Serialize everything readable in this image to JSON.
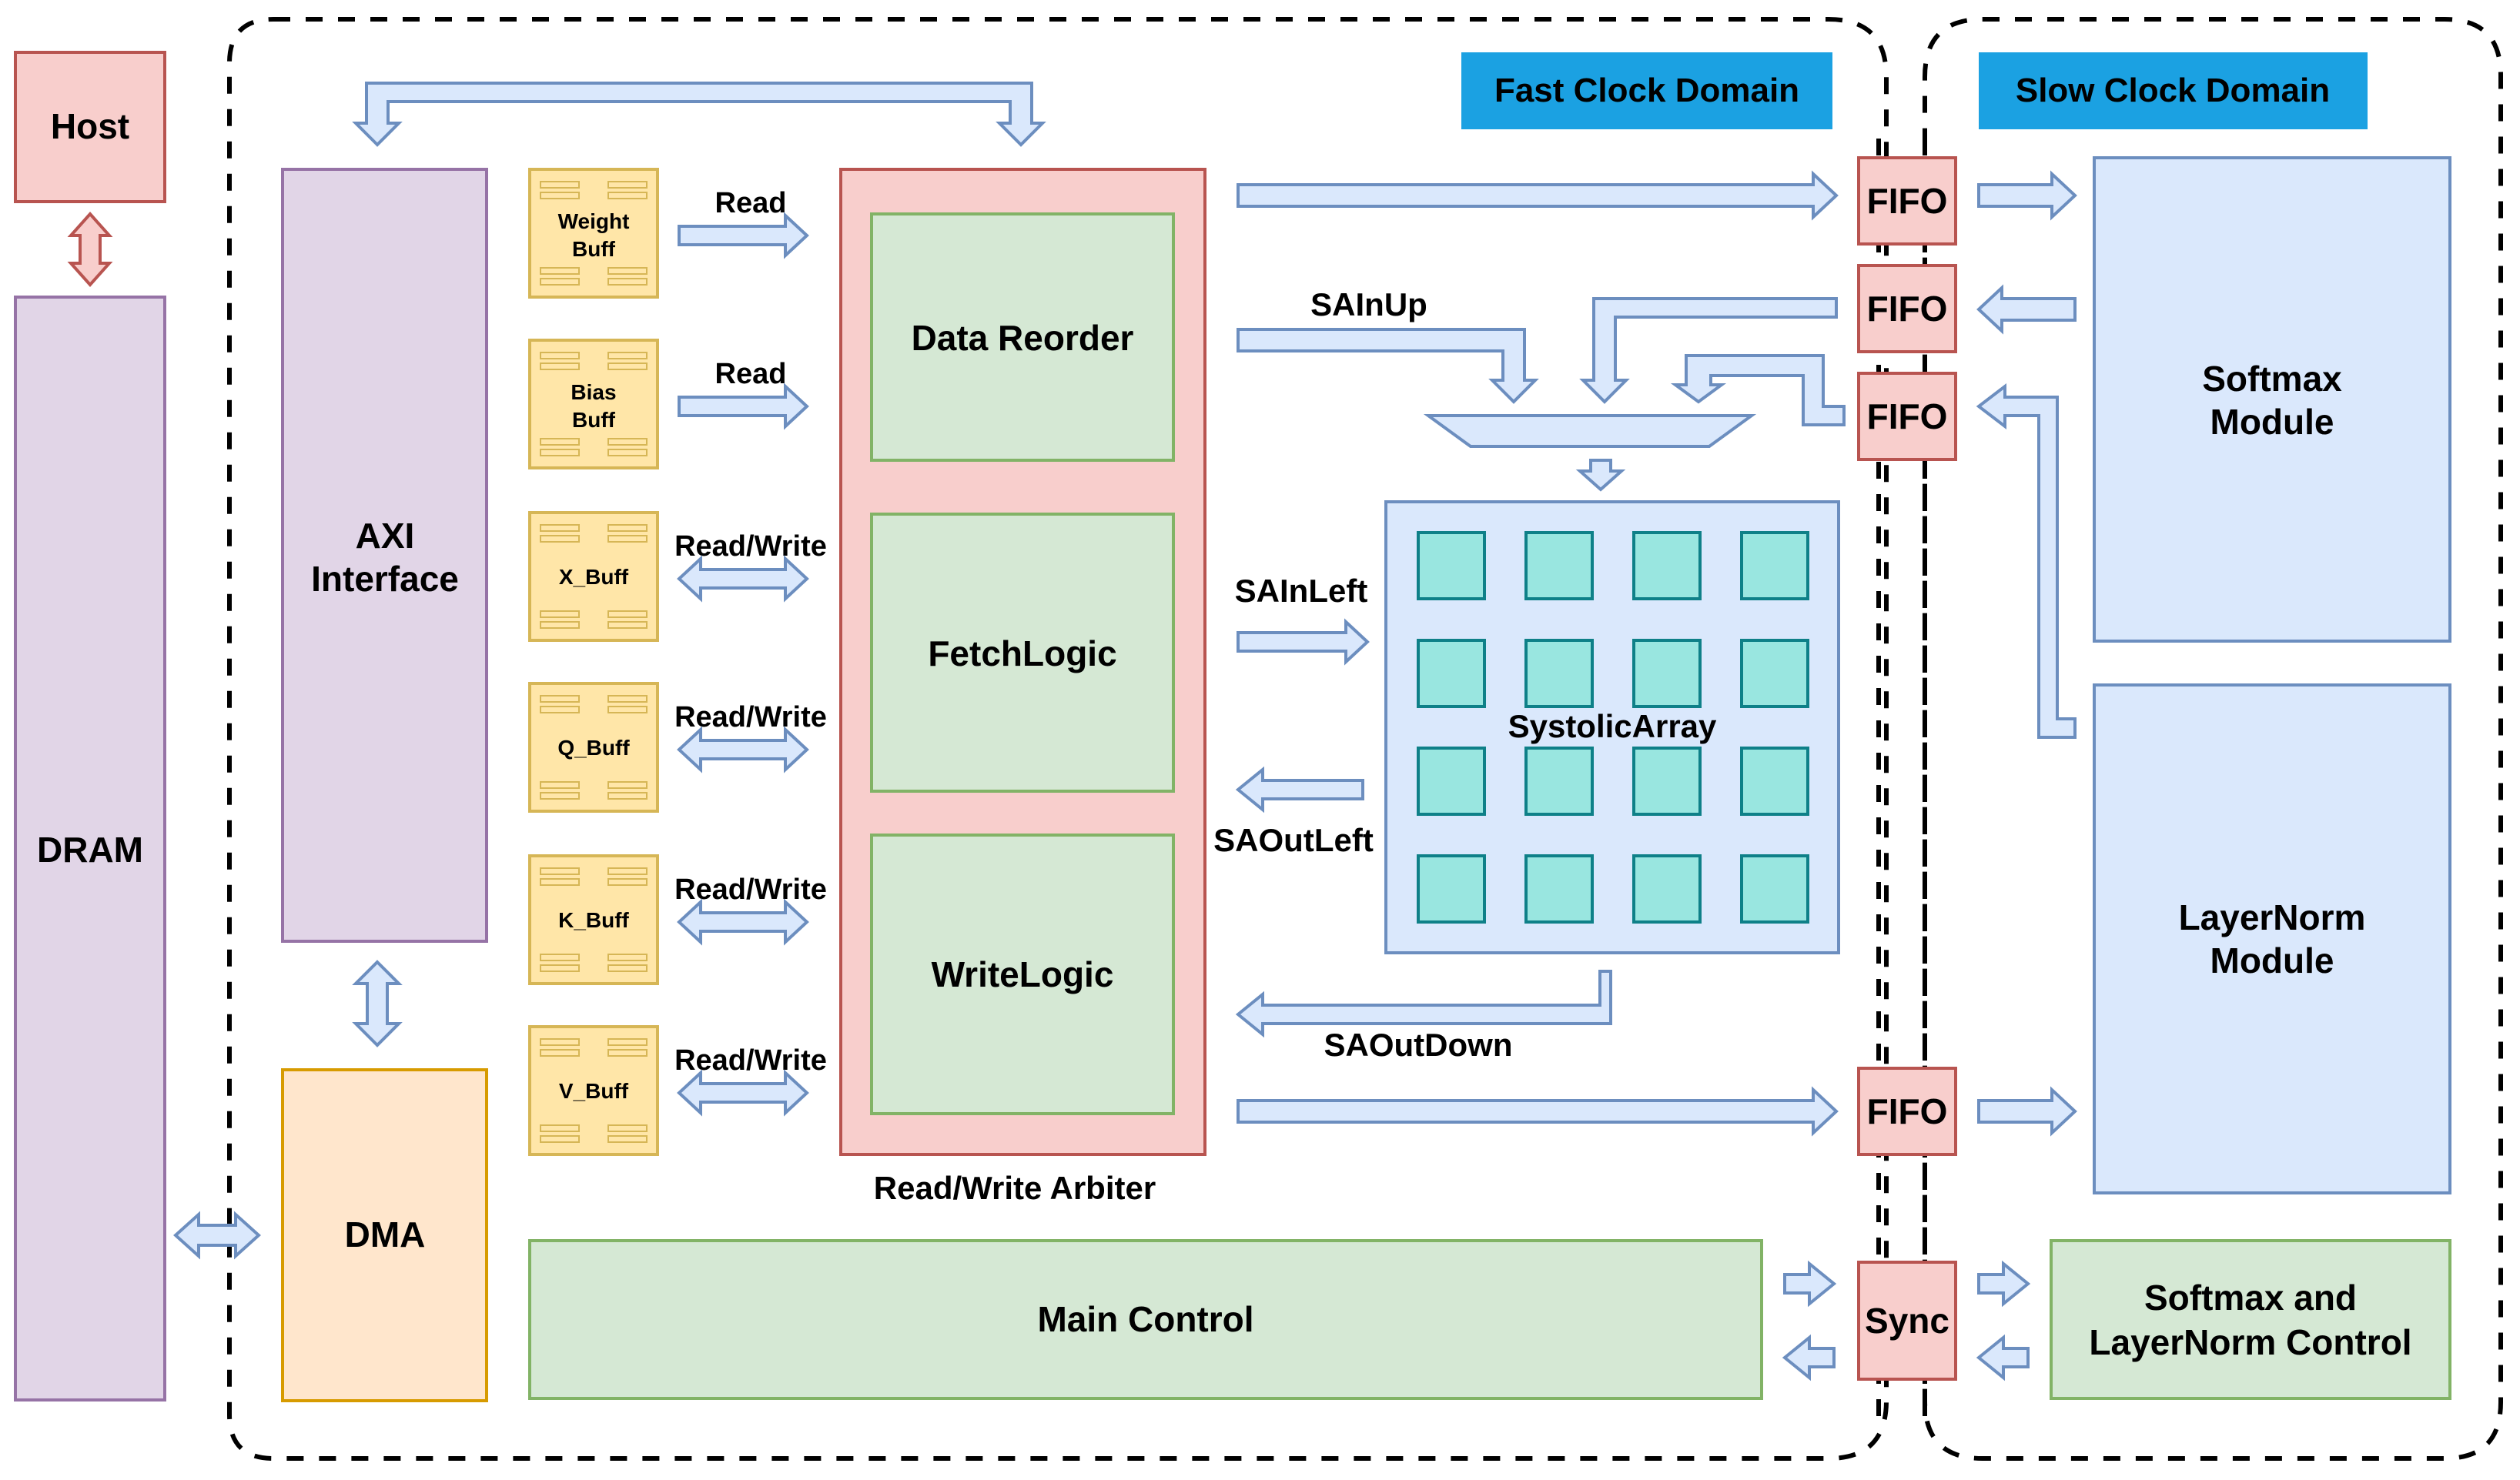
{
  "domains": {
    "fast": "Fast Clock Domain",
    "slow": "Slow Clock Domain"
  },
  "blocks": {
    "host": "Host",
    "dram": "DRAM",
    "axi_line1": "AXI",
    "axi_line2": "Interface",
    "dma": "DMA",
    "data_reorder": "Data Reorder",
    "fetch_logic": "FetchLogic",
    "write_logic": "WriteLogic",
    "rw_arbiter": "Read/Write Arbiter",
    "systolic_array": "SystolicArray",
    "main_control": "Main Control",
    "softmax_line1": "Softmax",
    "softmax_line2": "Module",
    "layernorm_line1": "LayerNorm",
    "layernorm_line2": "Module",
    "smln_ctrl_line1": "Softmax and",
    "smln_ctrl_line2": "LayerNorm Control",
    "sync": "Sync",
    "fifo": "FIFO"
  },
  "buffers": [
    {
      "line1": "Weight",
      "line2": "Buff",
      "access": "Read"
    },
    {
      "line1": "Bias",
      "line2": "Buff",
      "access": "Read"
    },
    {
      "line1": "X_Buff",
      "line2": "",
      "access": "Read/Write"
    },
    {
      "line1": "Q_Buff",
      "line2": "",
      "access": "Read/Write"
    },
    {
      "line1": "K_Buff",
      "line2": "",
      "access": "Read/Write"
    },
    {
      "line1": "V_Buff",
      "line2": "",
      "access": "Read/Write"
    }
  ],
  "signals": {
    "sa_in_up": "SAInUp",
    "sa_in_left": "SAInLeft",
    "sa_out_left": "SAOutLeft",
    "sa_out_down": "SAOutDown"
  },
  "colors": {
    "host": "#f8cecc",
    "dram": "#e1d5e7",
    "dma": "#ffe6cc",
    "green": "#d5e8d4",
    "blue": "#dae8fc",
    "pe": "#99e6e0",
    "domain_label": "#1ba1e2",
    "buffer": "#ffe6a8"
  },
  "systolic_array_grid": {
    "rows": 4,
    "cols": 4
  }
}
